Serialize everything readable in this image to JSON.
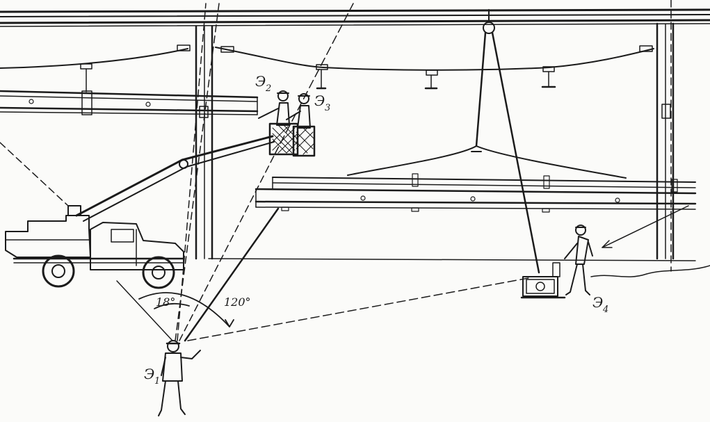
{
  "labels": {
    "e1": {
      "main": "Э",
      "sub": "1"
    },
    "e2": {
      "main": "Э",
      "sub": "2"
    },
    "e3": {
      "main": "Э",
      "sub": "3"
    },
    "e4": {
      "main": "Э",
      "sub": "4"
    }
  },
  "angles": {
    "small": "18°",
    "large": "120°"
  }
}
